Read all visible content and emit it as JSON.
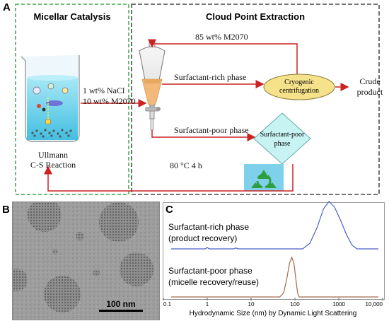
{
  "panels": {
    "a": "A",
    "b": "B",
    "c": "C"
  },
  "micellar": {
    "title": "Micellar Catalysis",
    "reaction_line1": "Ullmann",
    "reaction_line2": "C-S Reaction"
  },
  "cloud": {
    "title": "Cloud Point Extraction",
    "recycle_label": "85 wt% M2070",
    "rich_label": "Surfactant-rich phase",
    "poor_label": "Surfactant-poor phase",
    "conditions": "80 °C 4 h",
    "centrifuge_line1": "Cryogenic",
    "centrifuge_line2": "centrifugation",
    "poor_node_line1": "Surfactant-poor",
    "poor_node_line2": "phase"
  },
  "additives": {
    "line1": "1 wt%  NaCl",
    "line2": "10 wt% M2070"
  },
  "crude": {
    "line1": "Crude",
    "line2": "product"
  },
  "tem": {
    "scale_label": "100 nm"
  },
  "colors": {
    "green": "#3aa845",
    "red": "#cc2222",
    "blue_line": "#4a5fc1",
    "brown_line": "#a06a4e",
    "node_yellow": "#f5e28a"
  },
  "chart_data": {
    "type": "line",
    "xlabel": "Hydrodynamic Size (nm) by Dynamic Light Scattering",
    "xscale": "log",
    "xlim": [
      0.1,
      10000
    ],
    "xticks": [
      "0.1",
      "1",
      "10",
      "100",
      "1000",
      "10,000"
    ],
    "series": [
      {
        "name": "Surfactant-rich phase (product recovery)",
        "label_line1": "Surfactant-rich phase",
        "label_line2": "(product recovery)",
        "color": "#4a5fc1",
        "x": [
          0.15,
          0.9,
          1.0,
          1.1,
          4.0,
          4.5,
          5.0,
          150,
          220,
          320,
          450,
          600,
          800,
          1100,
          1500,
          2000,
          2600,
          3200,
          8000
        ],
        "y": [
          0,
          0,
          0.03,
          0,
          0,
          0.02,
          0,
          0,
          0.12,
          0.45,
          0.85,
          1.0,
          0.88,
          0.6,
          0.3,
          0.08,
          0,
          0,
          0
        ]
      },
      {
        "name": "Surfactant-poor phase (micelle recovery/reuse)",
        "label_line1": "Surfactant-poor phase",
        "label_line2": "(micelle recovery/reuse)",
        "color": "#a06a4e",
        "x": [
          0.15,
          45,
          55,
          65,
          75,
          85,
          95,
          105,
          115,
          125,
          8000
        ],
        "y": [
          0,
          0,
          0.1,
          0.45,
          0.85,
          1.0,
          0.85,
          0.45,
          0.1,
          0,
          0
        ]
      }
    ]
  }
}
